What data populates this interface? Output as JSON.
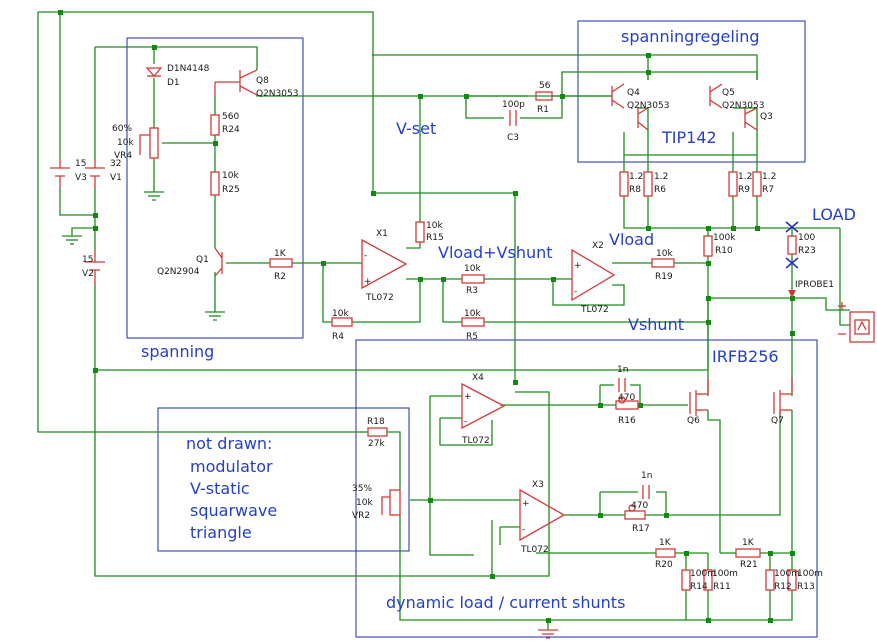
{
  "annotations": {
    "spanningregeling": "spanningregeling",
    "vset": "V-set",
    "tip142": "TIP142",
    "load": "LOAD",
    "vload_vshunt": "Vload+Vshunt",
    "vload": "Vload",
    "vshunt": "Vshunt",
    "irfb256": "IRFB256",
    "spanning": "spanning",
    "not_drawn_1": "not drawn:",
    "not_drawn_2": "modulator",
    "not_drawn_3": "V-static",
    "not_drawn_4": "squarwave",
    "not_drawn_5": "triangle",
    "dynamic_load": "dynamic load / current shunts"
  },
  "labels": {
    "d1_part": "D1N4148",
    "d1": "D1",
    "q8": "Q8",
    "q8_part": "Q2N3053",
    "r24_val": "560",
    "r24": "R24",
    "vr4_pct": "60%",
    "vr4_val": "10k",
    "vr4": "VR4",
    "r25_val": "10k",
    "r25": "R25",
    "v3_val": "15",
    "v3": "V3",
    "v1_val": "32",
    "v1": "V1",
    "v2_val": "15",
    "v2": "V2",
    "q1": "Q1",
    "q1_part": "Q2N2904",
    "r2_val": "1K",
    "r2": "R2",
    "x1": "X1",
    "x1_part": "TL072",
    "r15_val": "10k",
    "r15": "R15",
    "r4_val": "10k",
    "r4": "R4",
    "c3_val": "100p",
    "c3": "C3",
    "r1_val": "56",
    "r1": "R1",
    "q4": "Q4",
    "q4_part": "Q2N3053",
    "q5": "Q5",
    "q5_part": "Q2N3053",
    "q3": "Q3",
    "r8_val": "1.2",
    "r8": "R8",
    "r6_val": "1.2",
    "r6": "R6",
    "r9_val": "1.2",
    "r9": "R9",
    "r7_val": "1.2",
    "r7": "R7",
    "r3_val": "10k",
    "r3": "R3",
    "r5_val": "10k",
    "r5": "R5",
    "x2": "X2",
    "x2_part": "TL072",
    "r19_val": "10k",
    "r19": "R19",
    "r10_val": "100k",
    "r10": "R10",
    "r23_val": "100",
    "r23": "R23",
    "iprobe": "IPROBE1",
    "x4": "X4",
    "x4_part": "TL072",
    "c_top_val": "1n",
    "r16_val": "470",
    "r16": "R16",
    "q6": "Q6",
    "q7": "Q7",
    "r18": "R18",
    "r18_val": "27k",
    "vr2_pct": "35%",
    "vr2_val": "10k",
    "vr2": "VR2",
    "x3": "X3",
    "x3_part": "TL072",
    "c_bot_val": "1n",
    "r17_val": "470",
    "r17": "R17",
    "r20_val": "1K",
    "r20": "R20",
    "r21_val": "1K",
    "r21": "R21",
    "r14_val": "100m",
    "r14": "R14",
    "r11_val": "100m",
    "r11": "R11",
    "r12_val": "100m",
    "r12": "R12",
    "r13_val": "100m",
    "r13": "R13",
    "pin_plus": "+",
    "pin_minus": "-"
  },
  "colors": {
    "wire": "#1e8c1e",
    "component": "#d23a3a",
    "annotation": "#2540c8",
    "box": "#1c2ea8",
    "probe": "#2030b0"
  }
}
